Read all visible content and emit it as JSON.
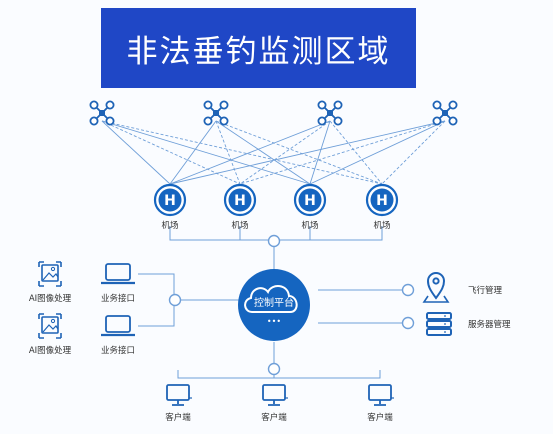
{
  "title": "非法垂钓监测区域",
  "colors": {
    "banner": "#1f47c6",
    "primary": "#1565c0",
    "line": "#6f9fd8",
    "node_fill": "#ffffff",
    "icon": "#1e63b6",
    "label": "#333333"
  },
  "drones": [
    {
      "icon": "drone-icon"
    },
    {
      "icon": "drone-icon"
    },
    {
      "icon": "drone-icon"
    },
    {
      "icon": "drone-icon"
    }
  ],
  "airports": [
    {
      "badge": "H",
      "label": "机场"
    },
    {
      "badge": "H",
      "label": "机场"
    },
    {
      "badge": "H",
      "label": "机场"
    },
    {
      "badge": "H",
      "label": "机场"
    }
  ],
  "left_rows": [
    {
      "ai_label": "AI图像处理",
      "api_label": "业务接口"
    },
    {
      "ai_label": "AI图像处理",
      "api_label": "业务接口"
    }
  ],
  "control": {
    "label": "控制平台",
    "dots": "•••"
  },
  "right_items": [
    {
      "label": "飞行管理",
      "icon": "location-pin-icon"
    },
    {
      "label": "服务器管理",
      "icon": "server-icon"
    }
  ],
  "clients": [
    {
      "label": "客户端",
      "icon": "monitor-icon"
    },
    {
      "label": "客户端",
      "icon": "monitor-icon"
    },
    {
      "label": "客户端",
      "icon": "monitor-icon"
    }
  ]
}
